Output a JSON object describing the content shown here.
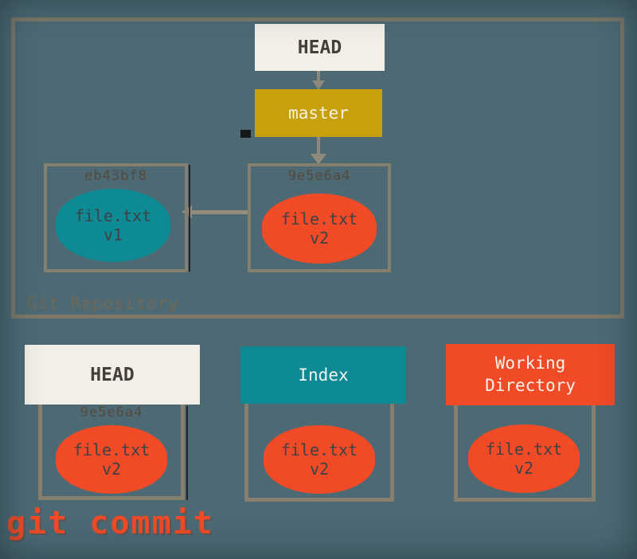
{
  "caption": "git commit",
  "repository": {
    "label": "Git Repository",
    "head": "HEAD",
    "branch": "master",
    "commits": [
      {
        "hash": "eb43bf8",
        "file": "file.txt",
        "version": "v1"
      },
      {
        "hash": "9e5e6a4",
        "file": "file.txt",
        "version": "v2"
      }
    ]
  },
  "areas": [
    {
      "label": "HEAD",
      "hash": "9e5e6a4",
      "file": "file.txt",
      "version": "v2"
    },
    {
      "label": "Index",
      "file": "file.txt",
      "version": "v2"
    },
    {
      "label": "Working Directory",
      "file": "file.txt",
      "version": "v2"
    }
  ],
  "colors": {
    "background": "#4d6a74",
    "frame_border": "#857f70",
    "head_box": "#f1efe8",
    "branch_box_gold": "#c7a00d",
    "teal": "#0e8a95",
    "orange": "#f04b26",
    "connector_gray": "#8d897d",
    "hash_text": "#54493c",
    "caption_text": "#f04b26"
  }
}
